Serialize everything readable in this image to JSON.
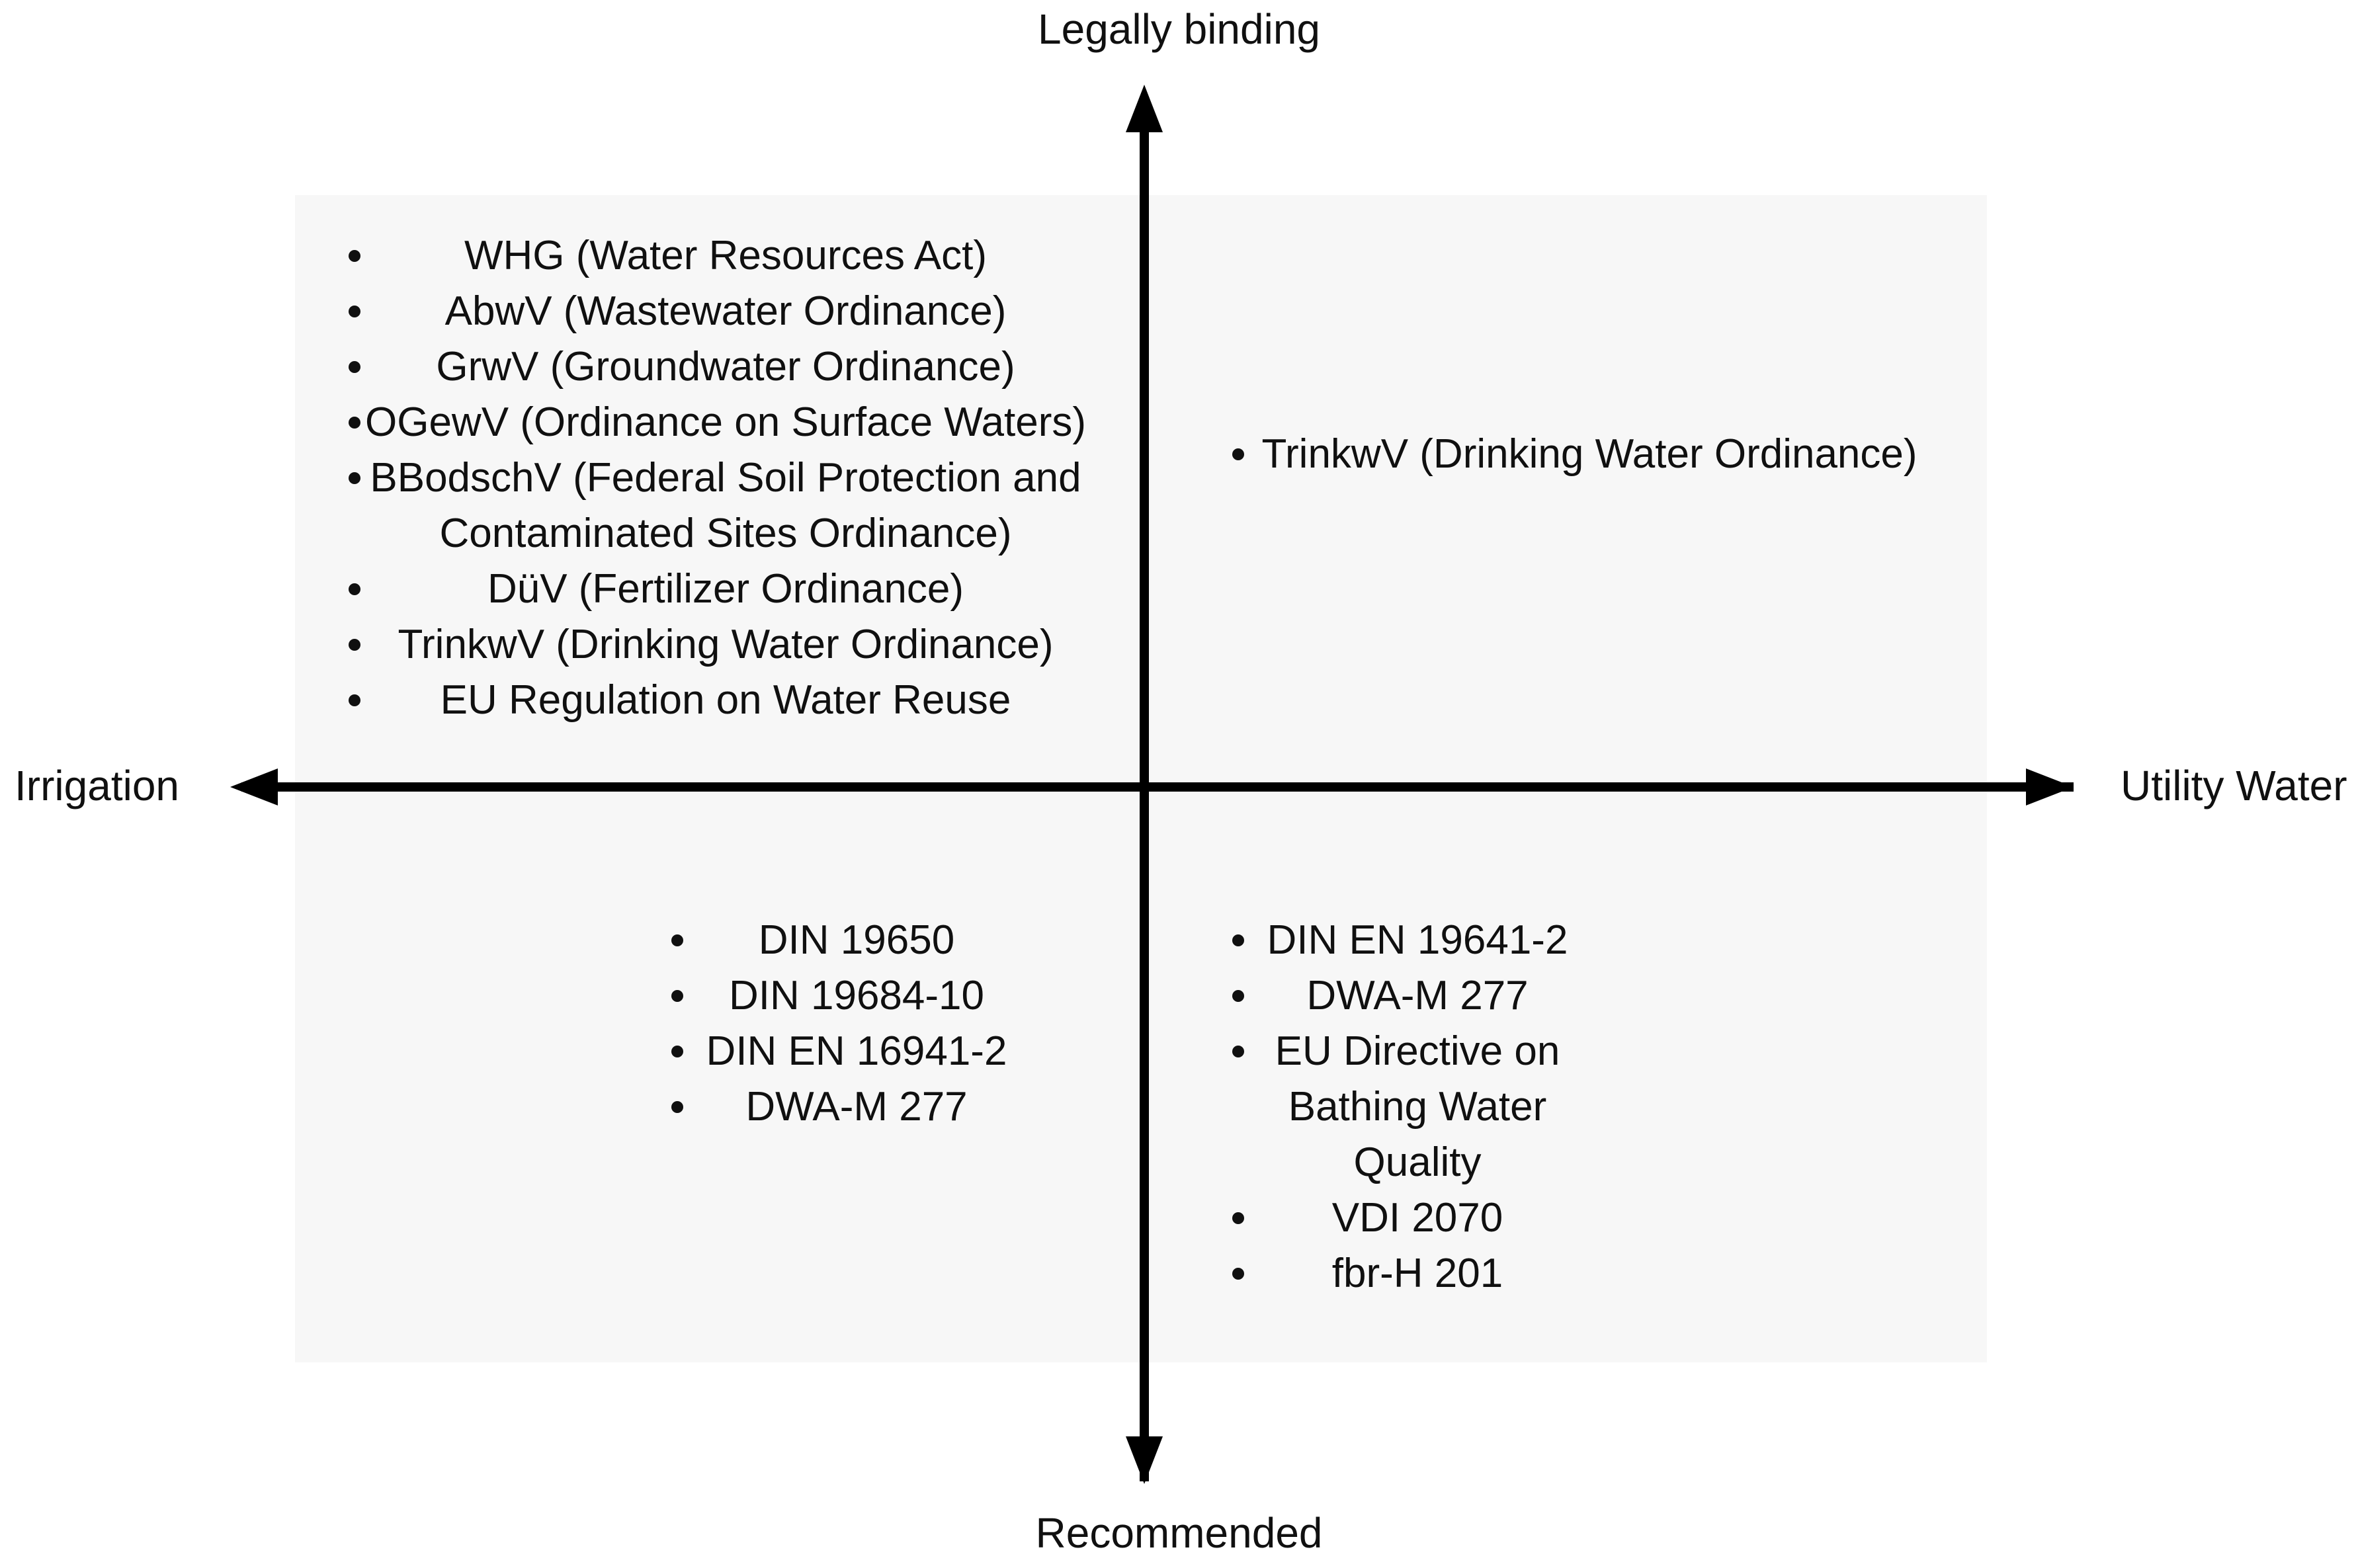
{
  "axes": {
    "top_label": "Legally binding",
    "bottom_label": "Recommended",
    "left_label": "Irrigation",
    "right_label": "Utility Water",
    "arrow_up_icon": "arrow-up-icon",
    "arrow_down_icon": "arrow-down-icon",
    "arrow_left_icon": "arrow-left-icon",
    "arrow_right_icon": "arrow-right-icon"
  },
  "colors": {
    "panel_background": "#f7f7f7",
    "axis": "#000000",
    "text": "#101010",
    "page_background": "#ffffff"
  },
  "quadrants": {
    "top_left": {
      "name": "legally-binding-irrigation",
      "items": [
        "WHG (Water Resources Act)",
        "AbwV (Wastewater Ordinance)",
        "GrwV (Groundwater Ordinance)",
        "OGewV (Ordinance on Surface Waters)",
        "BBodschV (Federal Soil Protection and\nContaminated Sites Ordinance)",
        "DüV (Fertilizer Ordinance)",
        "TrinkwV (Drinking Water Ordinance)",
        "EU Regulation on Water Reuse"
      ]
    },
    "top_right": {
      "name": "legally-binding-utility-water",
      "items": [
        "TrinkwV (Drinking Water Ordinance)"
      ]
    },
    "bottom_left": {
      "name": "recommended-irrigation",
      "items": [
        "DIN 19650",
        "DIN 19684-10",
        "DIN EN 16941-2",
        "DWA-M 277"
      ]
    },
    "bottom_right": {
      "name": "recommended-utility-water",
      "items": [
        "DIN EN 19641-2",
        "DWA-M 277",
        "EU Directive on\nBathing Water Quality",
        "VDI 2070",
        "fbr-H 201"
      ]
    }
  }
}
